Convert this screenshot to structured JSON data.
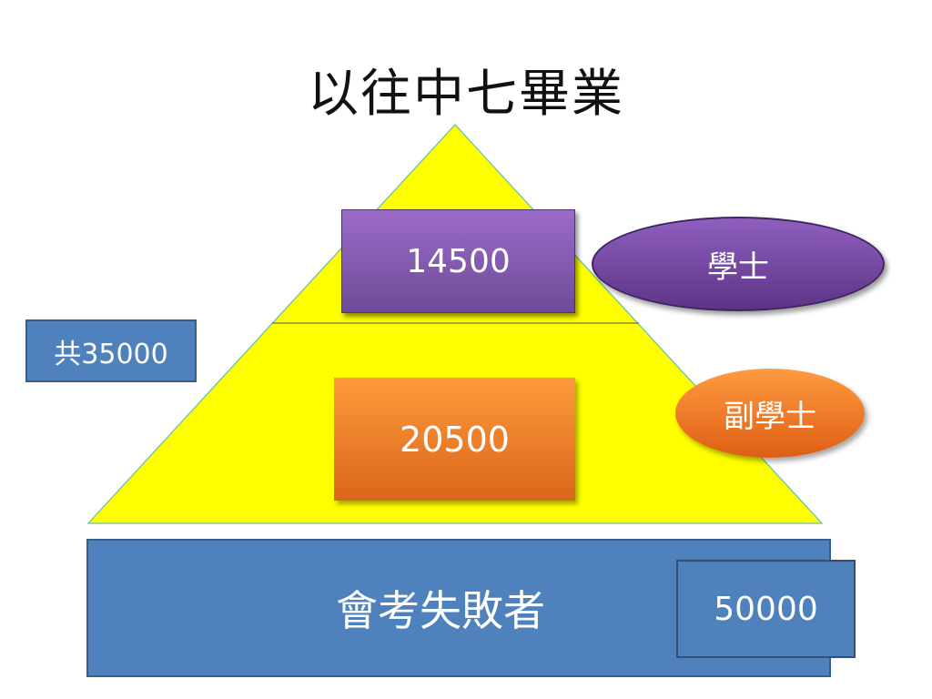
{
  "title": "以往中七畢業",
  "pyramid": {
    "top_count": "14500",
    "top_label": "學士",
    "middle_count": "20500",
    "middle_label": "副學士",
    "total": "共35000"
  },
  "base": {
    "label": "會考失敗者",
    "count": "50000"
  },
  "colors": {
    "pyramid_fill": "#ffff00",
    "purple": "#8064a2",
    "orange": "#f79646",
    "blue": "#4f81bd"
  }
}
